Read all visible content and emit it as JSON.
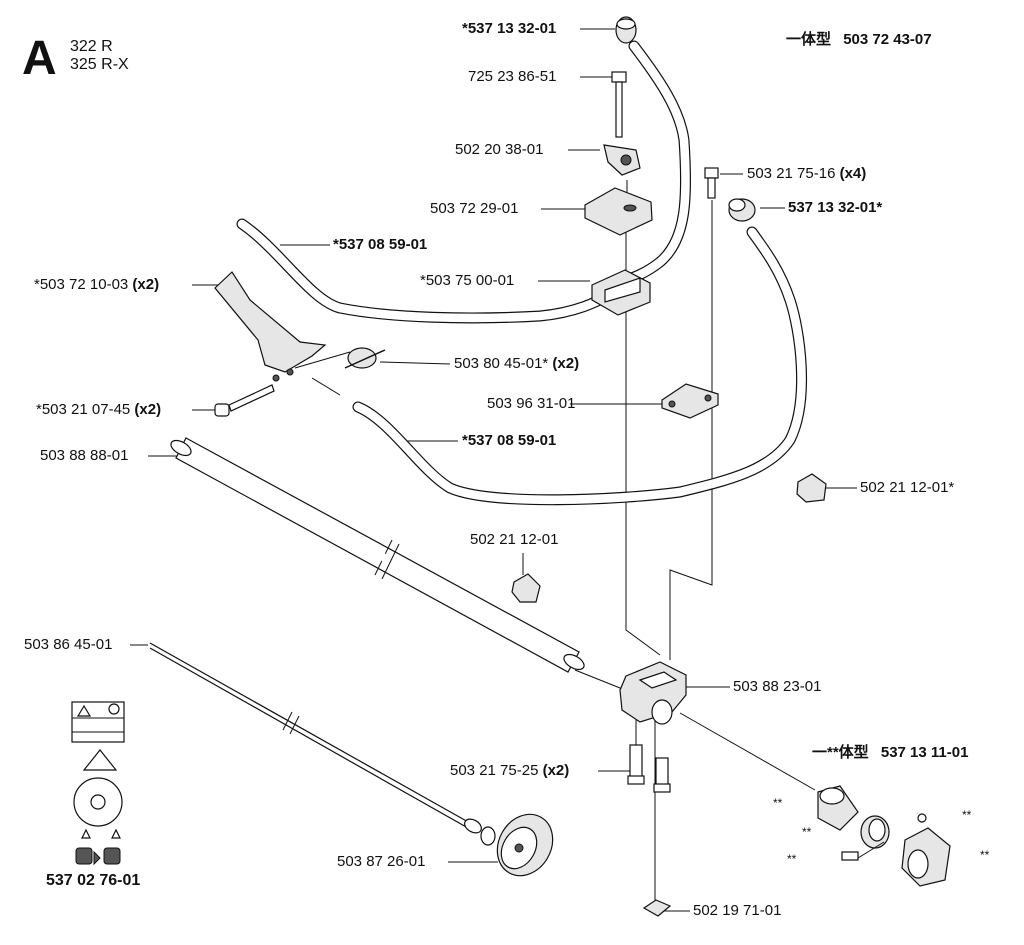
{
  "header": {
    "section_letter": "A",
    "models": [
      "322 R",
      "325 R-X"
    ],
    "kit_top": {
      "prefix": "一体型",
      "number": "503 72 43-07"
    },
    "kit_bottom": {
      "prefix": "一**体型",
      "number": "537 13 11-01"
    }
  },
  "labels": {
    "p_537_13_32_01_top": "*537 13 32-01",
    "p_725_23_86_51": "725 23 86-51",
    "p_502_20_38_01": "502 20 38-01",
    "p_503_72_29_01": "503 72 29-01",
    "p_537_08_59_01_a": "*537 08 59-01",
    "p_503_75_00_01": "*503 75 00-01",
    "p_503_72_10_03": "*503 72 10-03",
    "p_503_72_10_03_qty": "(x2)",
    "p_503_80_45_01": "503 80 45-01*",
    "p_503_80_45_01_qty": "(x2)",
    "p_503_21_07_45": "*503 21 07-45",
    "p_503_21_07_45_qty": "(x2)",
    "p_503_96_31_01": "503 96 31-01",
    "p_537_08_59_01_b": "*537 08 59-01",
    "p_503_21_75_16": "503 21 75-16",
    "p_503_21_75_16_qty": "(x4)",
    "p_537_13_32_01_right": "537 13 32-01*",
    "p_503_88_88_01": "503 88 88-01",
    "p_502_21_12_01_right": "502 21 12-01*",
    "p_502_21_12_01_mid": "502 21 12-01",
    "p_503_86_45_01": "503 86 45-01",
    "p_503_88_23_01": "503 88 23-01",
    "p_503_21_75_25": "503 21 75-25",
    "p_503_21_75_25_qty": "(x2)",
    "p_503_87_26_01": "503 87 26-01",
    "p_502_19_71_01": "502 19 71-01",
    "p_537_02_76_01": "537 02 76-01",
    "double_star": "**"
  },
  "colors": {
    "line": "#111111",
    "fill_light": "#e6e6e6",
    "background": "#ffffff"
  }
}
